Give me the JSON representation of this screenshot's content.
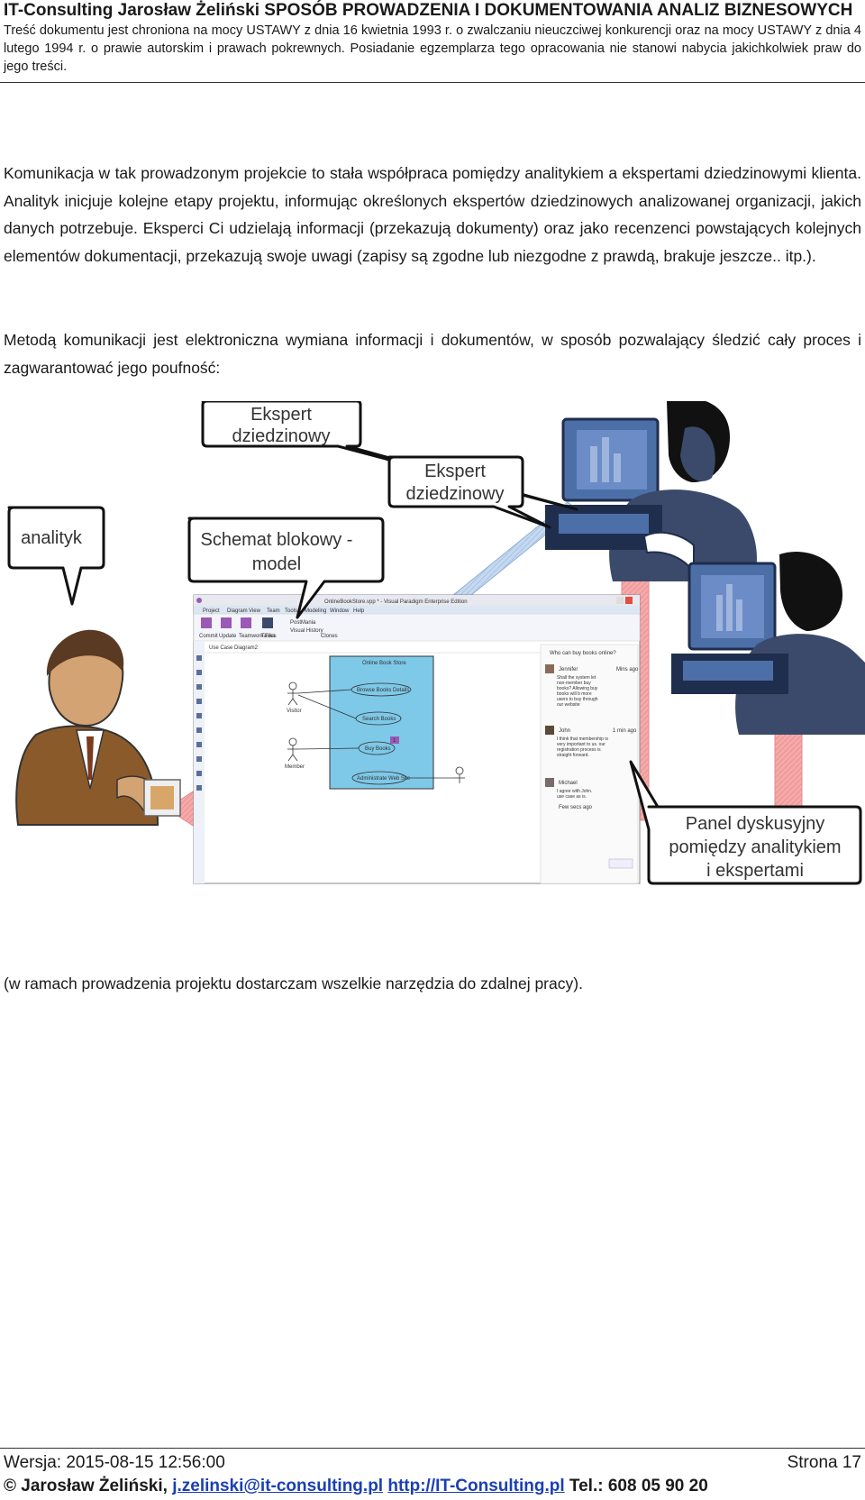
{
  "header": {
    "title": "IT-Consulting Jarosław Żeliński SPOSÓB PROWADZENIA I DOKUMENTOWANIA ANALIZ BIZNESOWYCH",
    "notice": "Treść dokumentu jest chroniona na mocy USTAWY z dnia 16 kwietnia 1993 r. o zwalczaniu nieuczciwej konkurencji oraz na mocy USTAWY z dnia 4 lutego 1994 r. o prawie autorskim i prawach pokrewnych. Posiadanie egzemplarza tego opracowania nie stanowi nabycia jakichkolwiek praw do jego treści."
  },
  "body": {
    "paragraph1": "Komunikacja w tak prowadzonym projekcie to stała współpraca pomiędzy analitykiem a ekspertami dziedzinowymi klienta. Analityk inicjuje kolejne etapy projektu, informując określonych ekspertów dziedzinowych analizowanej organizacji, jakich danych potrzebuje. Eksperci Ci udzielają informacji (przekazują dokumenty) oraz jako recenzenci powstających kolejnych elementów dokumentacji, przekazują swoje uwagi (zapisy są zgodne lub niezgodne z prawdą, brakuje jeszcze.. itp.).",
    "paragraph2": "Metodą komunikacji jest elektroniczna wymiana informacji i dokumentów, w sposób pozwalający śledzić cały proces i zagwarantować jego poufność:",
    "paragraph3": "(w ramach prowadzenia projektu dostarczam wszelkie narzędzia do  zdalnej pracy)."
  },
  "figure": {
    "bubble_expert1_line1": "Ekspert",
    "bubble_expert1_line2": "dziedzinowy",
    "bubble_expert2_line1": "Ekspert",
    "bubble_expert2_line2": "dziedzinowy",
    "bubble_analyst": "analityk",
    "bubble_model_line1": "Schemat blokowy -",
    "bubble_model_line2": "model",
    "bubble_panel_line1": "Panel dyskusyjny",
    "bubble_panel_line2": "pomiędzy analitykiem",
    "bubble_panel_line3": "i ekspertami",
    "screen": {
      "window_title": "OnlineBookStore.vpp * - Visual Paradigm Enterprise Edition",
      "menu_items": [
        "Project",
        "Diagram",
        "View",
        "Team",
        "Tools",
        "Modeling",
        "Window",
        "Help"
      ],
      "ribbon_buttons": [
        "Commit",
        "Update",
        "Teamwork Files",
        "Tasks",
        "PostMania",
        "Visual History",
        "Clones"
      ],
      "diagram_tab": "Use Case Diagram2",
      "system_title": "Online Book Store",
      "use_cases": [
        "Browse Books Details",
        "Search Books",
        "Buy Books",
        "Administrate Web Site"
      ],
      "actors": [
        "Visitor",
        "Member"
      ],
      "badge": "1",
      "panel_question": "Who can buy books online?",
      "post1_author": "Jennifer",
      "post1_time": "Mins ago",
      "post1_text": "Shall the system let non-member buy books? Allowing buy books will b more users to buy through our website",
      "post2_author": "John",
      "post2_time": "1 min ago",
      "post2_text": "I think that membership is very important to us. our registration process is straight forward.",
      "post3_author": "Michael",
      "post3_text": "I agree with John. use case as is.",
      "post3_time": "Few secs ago"
    }
  },
  "footer": {
    "version": "Wersja: 2015-08-15 12:56:00",
    "page": "Strona 17",
    "author": "© Jarosław Żeliński, ",
    "email": "j.zelinski@it-consulting.pl",
    "website": "http://IT-Consulting.pl",
    "phone": " Tel.: 608 05 90 20"
  },
  "colors": {
    "arrow_blue": "#bcd3ee",
    "arrow_pink": "#f5aaaa",
    "monitor": "#4d6fa8",
    "silhouette": "#3b4a6b",
    "system_box": "#7ec8e8",
    "purple_accent": "#9b59b6"
  }
}
